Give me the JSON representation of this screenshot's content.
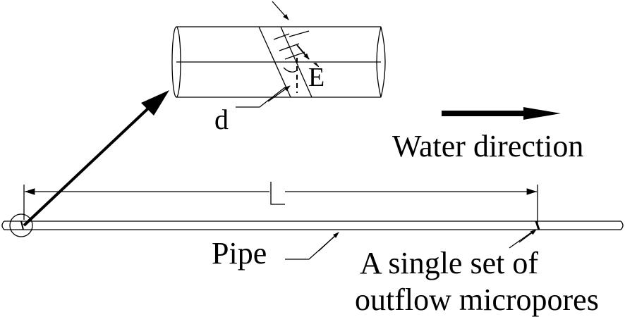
{
  "labels": {
    "d": "d",
    "theta": "È",
    "water_direction": "Water direction",
    "length": "L",
    "pipe": "Pipe",
    "micropores_line1": "A single set of",
    "micropores_line2": "outflow micropores"
  },
  "colors": {
    "ink": "#000000",
    "background": "#ffffff"
  }
}
